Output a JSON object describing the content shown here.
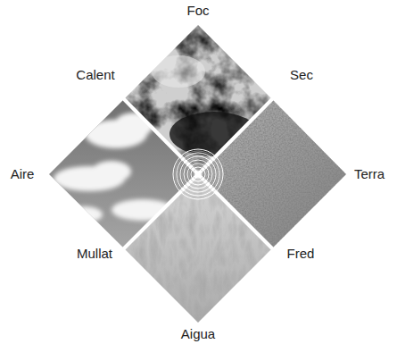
{
  "diagram": {
    "labels": [
      "Foc",
      "Calent",
      "Sec",
      "Aire",
      "Terra",
      "Mullat",
      "Fred",
      "Aigua"
    ]
  }
}
